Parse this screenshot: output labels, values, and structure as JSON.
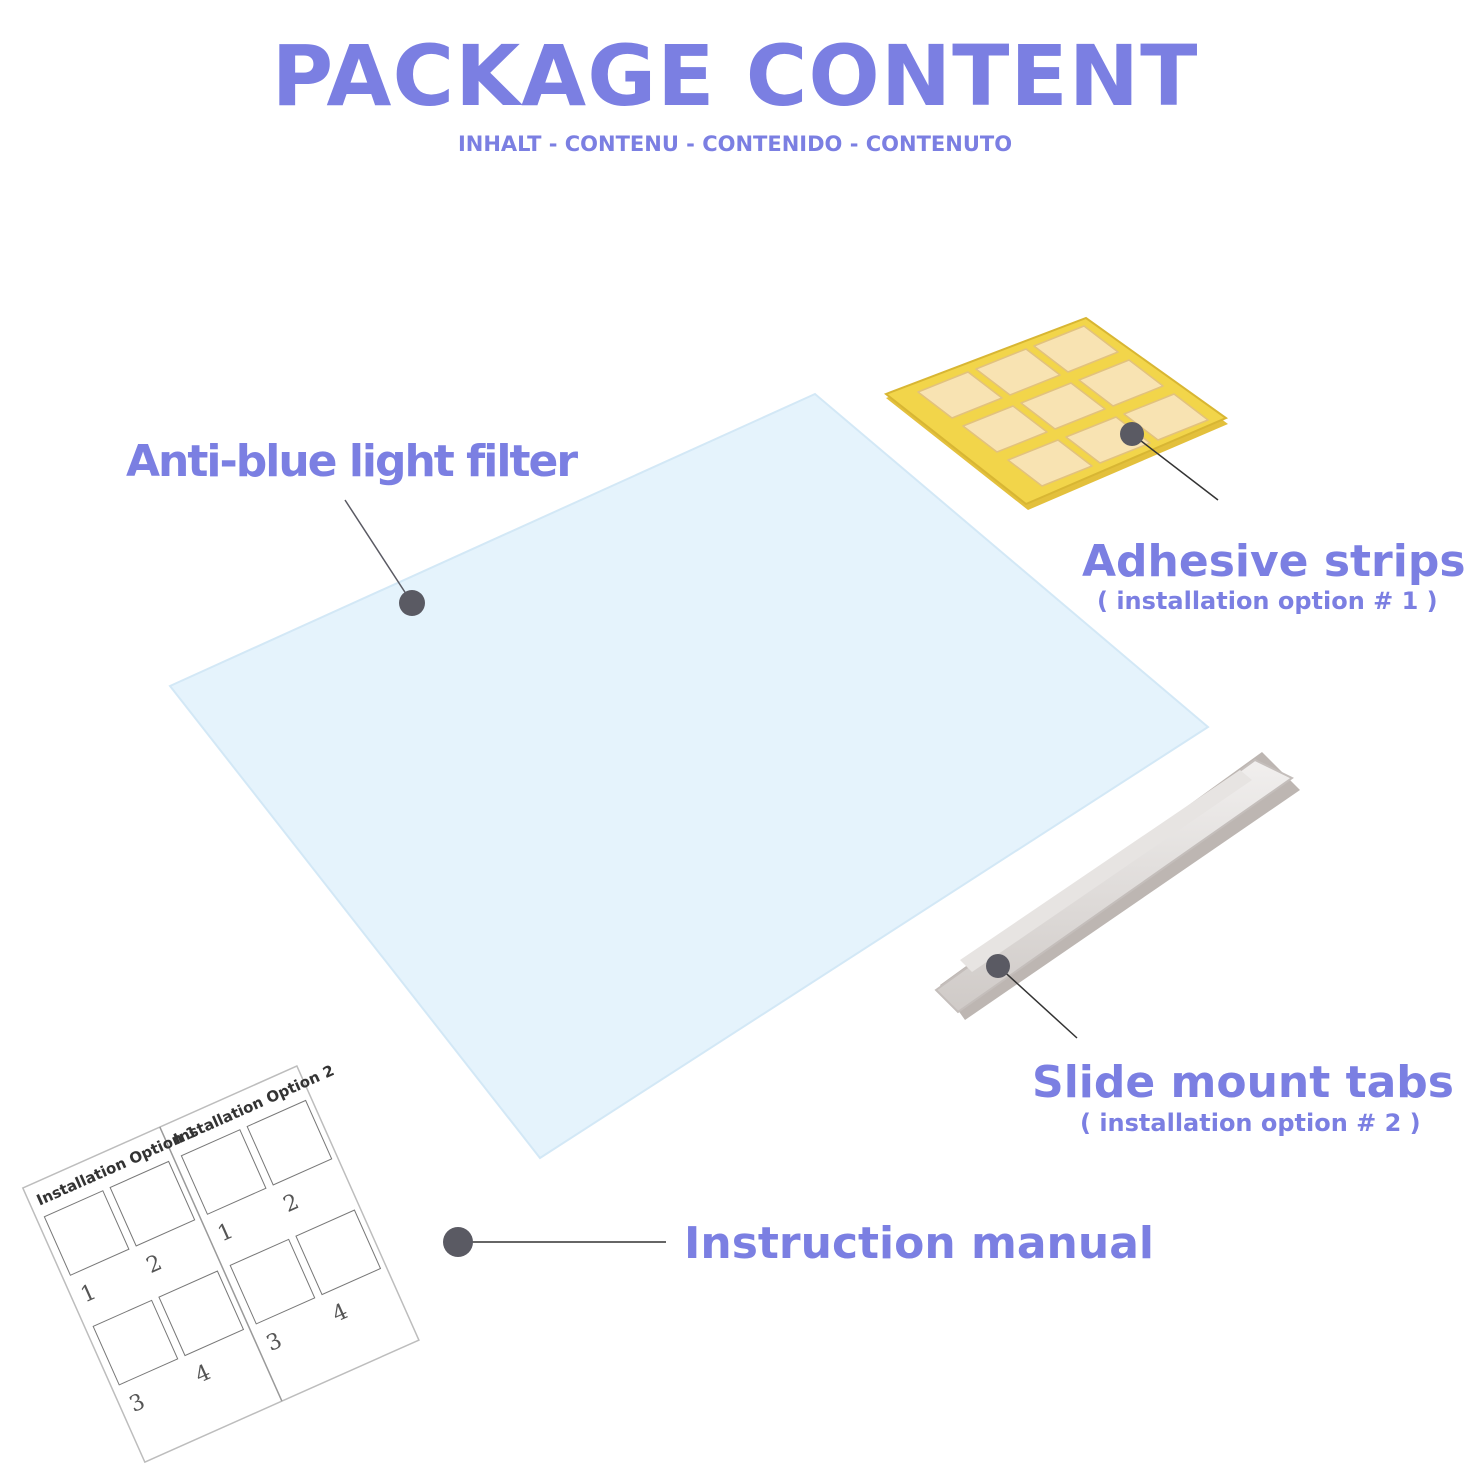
{
  "header": {
    "title": "PACKAGE CONTENT",
    "subtitle": "INHALT - CONTENU - CONTENIDO - CONTENUTO"
  },
  "items": {
    "filter": {
      "label": "Anti-blue light filter"
    },
    "adhesive": {
      "label": "Adhesive strips",
      "note": "( installation option # 1 )"
    },
    "tabs": {
      "label": "Slide mount tabs",
      "note": "( installation option # 2 )"
    },
    "manual": {
      "label": "Instruction manual"
    }
  },
  "manual_sheet": {
    "option1": "Installation Option 1",
    "option2": "Installation Option 2",
    "steps": [
      "1",
      "2",
      "3",
      "4"
    ]
  },
  "colors": {
    "accent": "#7b7fe2",
    "filter_fill": "#e5f3fc",
    "adhesive_sheet": "#f2d54a",
    "adhesive_pad": "#f8e3b2",
    "pointer": "#5a5a63"
  }
}
